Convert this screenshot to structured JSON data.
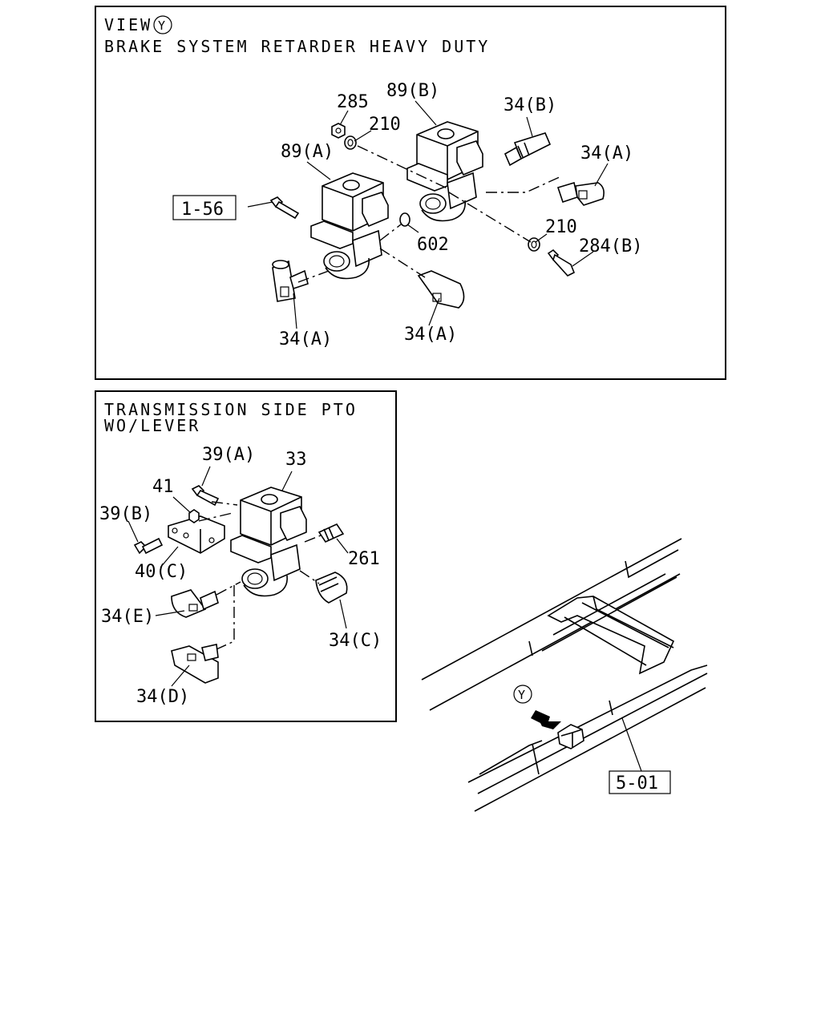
{
  "panel_top": {
    "view_word": "VIEW",
    "view_mark": "Y",
    "title": "BRAKE SYSTEM RETARDER HEAVY DUTY",
    "ref_box": "1-56",
    "labels": {
      "l285": "285",
      "l89b": "89(B)",
      "l210a": "210",
      "l34b": "34(B)",
      "l89a": "89(A)",
      "l34a_right": "34(A)",
      "l602": "602",
      "l210b": "210",
      "l284b": "284(B)",
      "l34a_bl": "34(A)",
      "l34a_bc": "34(A)"
    }
  },
  "panel_left": {
    "title_line1": "TRANSMISSION SIDE PTO",
    "title_line2": "WO/LEVER",
    "labels": {
      "l39a": "39(A)",
      "l33": "33",
      "l41": "41",
      "l39b": "39(B)",
      "l261": "261",
      "l40c": "40(C)",
      "l34e": "34(E)",
      "l34c": "34(C)",
      "l34d": "34(D)"
    }
  },
  "chassis": {
    "view_mark": "Y",
    "ref_box": "5-01"
  }
}
